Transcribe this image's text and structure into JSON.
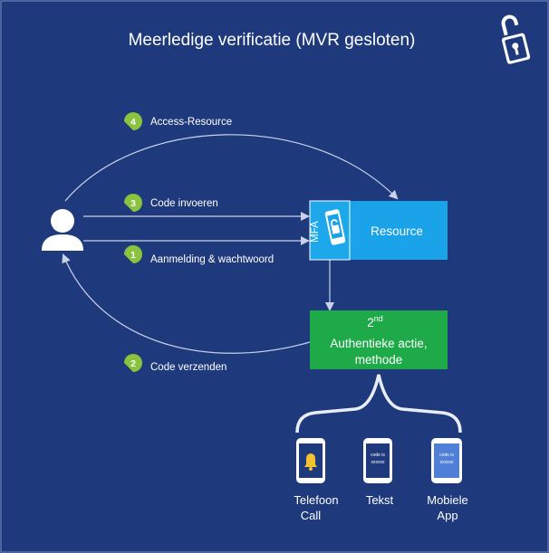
{
  "title": "Meerledige verificatie (MVR gesloten)",
  "steps": [
    {
      "number": "4",
      "label": "Access-Resource"
    },
    {
      "number": "3",
      "label": "Code invoeren"
    },
    {
      "number": "1",
      "label": "Aanmelding & wachtwoord"
    },
    {
      "number": "2",
      "label": "Code verzenden"
    }
  ],
  "mfa_tab": "MFA",
  "resource_label": "Resource",
  "second_factor": {
    "superscript_base": "2",
    "superscript_suffix": "nd",
    "line1": "Authentieke actie,",
    "line2": "methode"
  },
  "devices": [
    {
      "name": "phone",
      "line1": "Telefoon",
      "line2": "Call",
      "icon": "bell-icon"
    },
    {
      "name": "text",
      "line1": "Tekst",
      "line2": "",
      "icon": "sms-code-icon"
    },
    {
      "name": "app",
      "line1": "Mobiele",
      "line2": "App",
      "icon": "app-code-icon"
    }
  ],
  "device_screen_text": [
    "code is",
    "xxxxxx"
  ],
  "colors": {
    "background": "#1f3a7c",
    "badge": "#8ac43f",
    "resource": "#1aa3e8",
    "second_factor": "#1faa4a",
    "line": "#c9d2ea"
  }
}
